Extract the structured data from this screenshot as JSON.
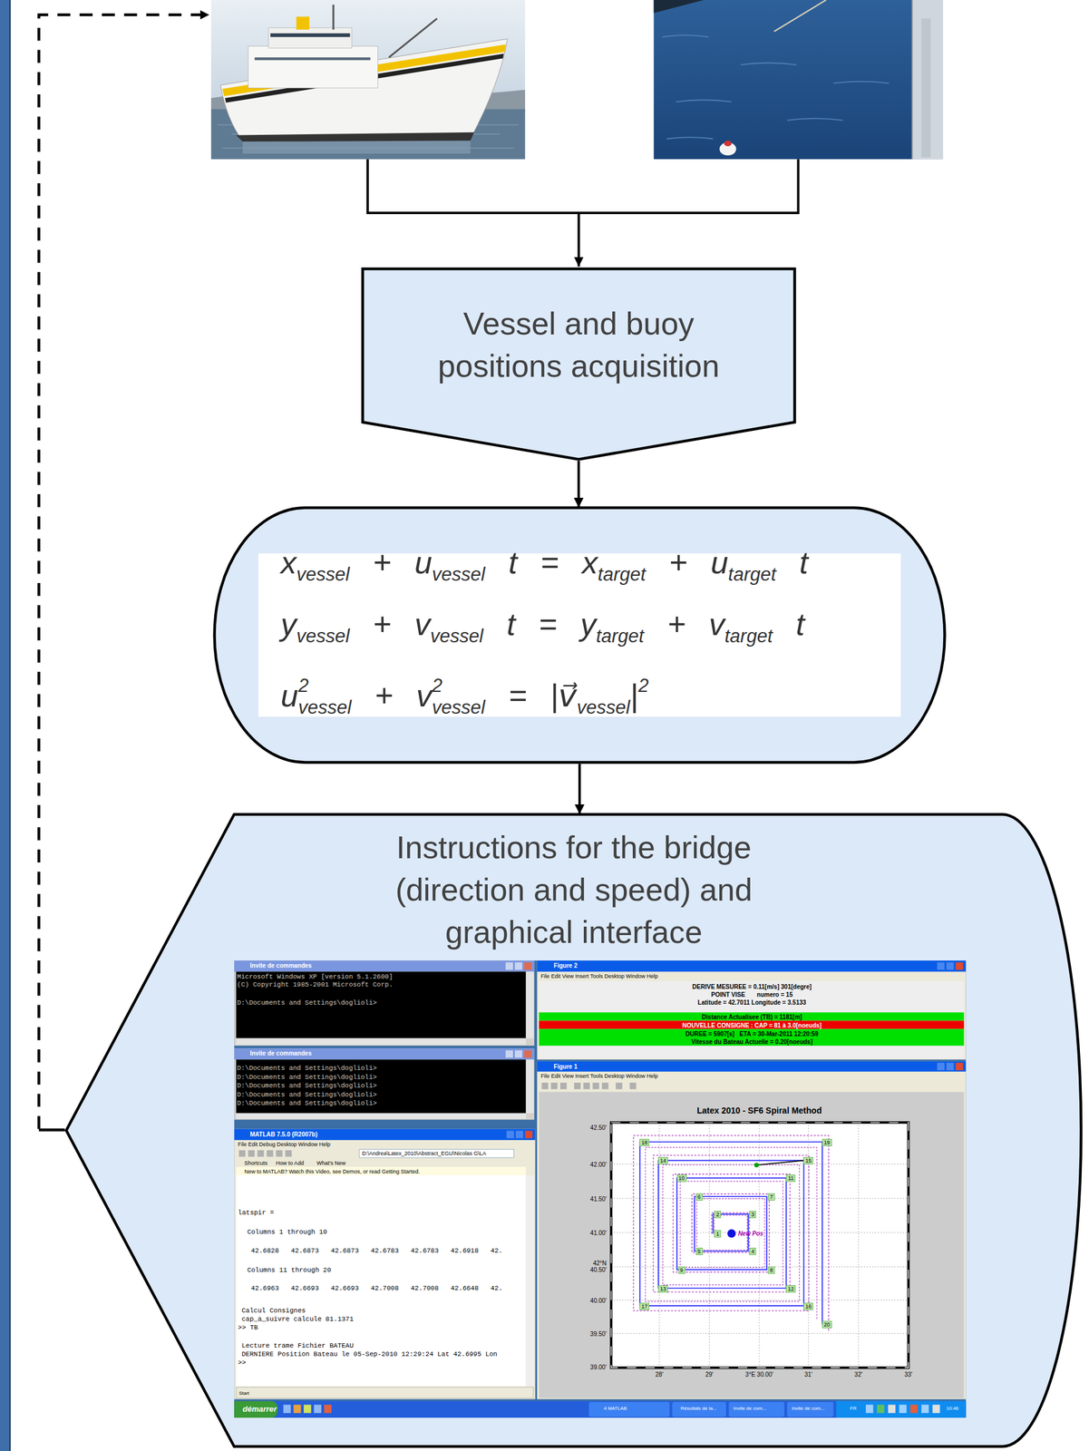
{
  "diagram": {
    "nodes": [
      {
        "text": [
          "Vessel and buoy positions acquisition"
        ]
      },
      {
        "text": [
          "xvessel + uvessel t = xtarget + utarget t",
          "yvessel + vvessel t = ytarget + vtarget t",
          "u2vessel + v2vessel = |v⃗vessel|2"
        ]
      },
      {
        "text": [
          "Instructions for the bridge (direction and speed) and graphical interface"
        ]
      }
    ],
    "edges": [
      {
        "from": 0,
        "to": 1,
        "arrow": "to"
      },
      {
        "from": 1,
        "to": 2,
        "arrow": "to"
      }
    ],
    "labels": [
      "Invite de commandes",
      "Microsoft Windows XP [version 5.1.2600]",
      "(C) Copyright 1985-2001 Microsoft Corp.",
      "D:\\Documents and Settings\\doglioli>",
      "Invite de commandes",
      "D:\\Documents and Settings\\doglioli>",
      "D:\\Documents and Settings\\doglioli>",
      "D:\\Documents and Settings\\doglioli>",
      "D:\\Documents and Settings\\doglioli>",
      "D:\\Documents and Settings\\doglioli>",
      "MATLAB 7.5.0 (R2007b)",
      "File Edit Debug Desktop Window Help",
      "D:\\Andrea\\Latex_2010\\Abstract_EGU\\Nicolas G\\LA",
      "Shortcuts",
      "How to Add",
      "What's New",
      "New to MATLAB? Watch this Video, see Demos, or read Getting Started.",
      "latspir =",
      "Columns 1 through 10",
      "42.6828   42.6873   42.6873   42.6783   42.6783   42.6918   42.",
      "Columns 11 through 20",
      "42.6963   42.6693   42.6693   42.7008   42.7008   42.6648   42.",
      "Calcul Consignes",
      "cap_a_suivre calcule 81.1371",
      ">> TB",
      "Lecture trame Fichier BATEAU",
      "DERNIERE Position Bateau le 05-Sep-2010 12:29:24 Lat 42.6995 Lon",
      ">>",
      "Start",
      "Figure 2",
      "File Edit View Insert Tools Desktop Window Help",
      "DERIVE MESUREE = 0.11[m/s] 301[degre]",
      "POINT VISE       numero = 15",
      "Latitude = 42.7011 Longitude = 3.5133",
      "Distance Actualisee (TB) = 1181[m]",
      "NOUVELLE CONSIGNE : CAP = 81 à 3.0[noeuds]",
      "DUREE = 5907[s]   ETA = 30-Mar-2011 12:20:59",
      "Vitesse du Bateau Actuelle = 0.20[noeuds]",
      "Figure 1",
      "File Edit View Insert Tools Desktop Window Help",
      "Latex 2010 - SF6 Spiral Method",
      "42.50'",
      "42.00'",
      "41.50'",
      "41.00'",
      "42°N 40.50'",
      "40.00'",
      "39.50'",
      "39.00'",
      "28'",
      "29'",
      "3°E 30.00'",
      "31'",
      "32'",
      "33'",
      "1",
      "2",
      "3",
      "4",
      "5",
      "6",
      "7",
      "8",
      "9",
      "10",
      "11",
      "12",
      "13",
      "14",
      "15",
      "16",
      "17",
      "18",
      "19",
      "20",
      "New Pos",
      "démarrer",
      "4 MATLAB",
      "Résultats de la...",
      "Invite de com...",
      "Invite de com...",
      "FR",
      "10:46"
    ]
  }
}
